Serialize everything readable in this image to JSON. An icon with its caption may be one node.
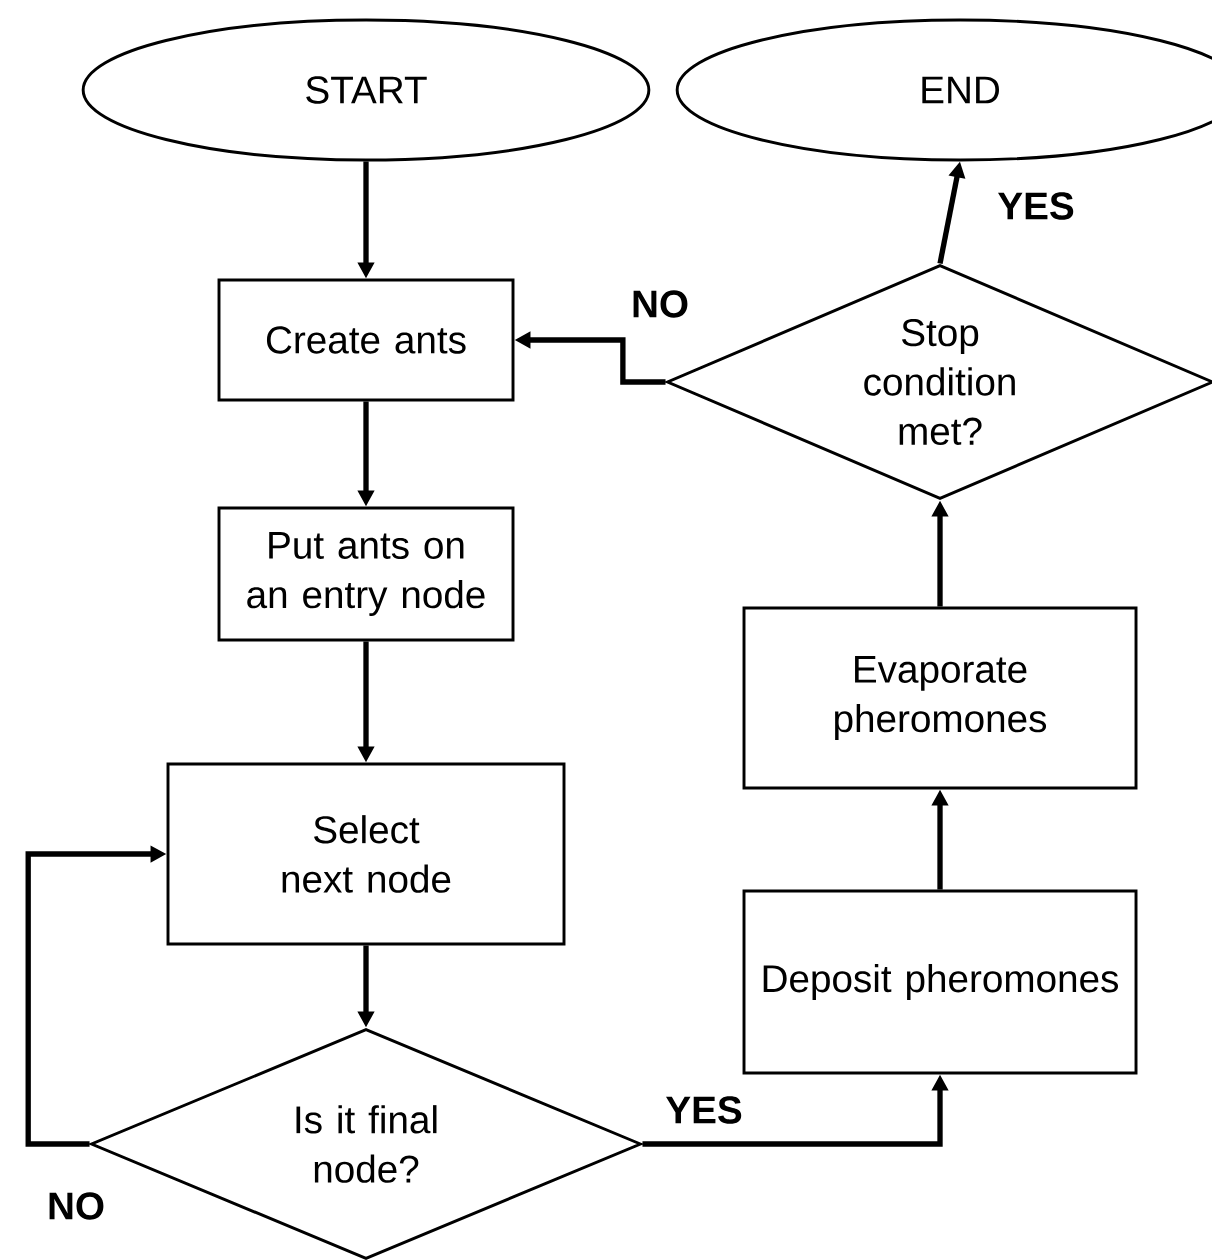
{
  "diagram": {
    "nodes": [
      {
        "text": [
          "START"
        ]
      },
      {
        "text": [
          "END"
        ]
      },
      {
        "text": [
          "Create ants"
        ]
      },
      {
        "text": [
          "Put ants on an entry node"
        ]
      },
      {
        "text": [
          "Select next node"
        ]
      },
      {
        "text": [
          "Is it final node?"
        ]
      },
      {
        "text": [
          "Deposit pheromones"
        ]
      },
      {
        "text": [
          "Evaporate pheromones"
        ]
      },
      {
        "text": [
          "Stop condition met?"
        ]
      }
    ],
    "edges": [
      {
        "from": 0,
        "to": 2,
        "arrow": "to"
      },
      {
        "from": 2,
        "to": 3,
        "arrow": "to"
      },
      {
        "from": 3,
        "to": 4,
        "arrow": "to"
      },
      {
        "from": 4,
        "to": 5,
        "arrow": "to"
      },
      {
        "from": 5,
        "to": 4,
        "arrow": "to",
        "label": "NO"
      },
      {
        "from": 5,
        "to": 6,
        "arrow": "to",
        "label": "YES"
      },
      {
        "from": 6,
        "to": 7,
        "arrow": "to"
      },
      {
        "from": 7,
        "to": 8,
        "arrow": "to"
      },
      {
        "from": 8,
        "to": 2,
        "arrow": "to",
        "label": "NO"
      },
      {
        "from": 8,
        "to": 1,
        "arrow": "to",
        "label": "YES"
      }
    ]
  }
}
